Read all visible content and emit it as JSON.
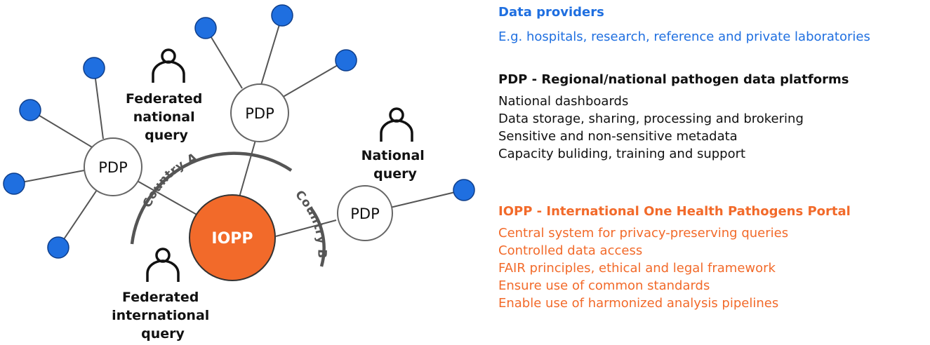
{
  "colors": {
    "provider_blue": "#1f6fe0",
    "iopp_orange": "#f26a2a",
    "arc_gray": "#555555",
    "node_stroke": "#666666",
    "edge": "#555555"
  },
  "diagram": {
    "pdp_label": "PDP",
    "iopp_label": "IOPP",
    "country_a": "Country A",
    "country_b": "Country B",
    "queries": {
      "federated_national": [
        "Federated",
        "national",
        "query"
      ],
      "national": [
        "National",
        "query"
      ],
      "federated_international": [
        "Federated",
        "international",
        "query"
      ]
    },
    "icons": [
      "user-icon",
      "user-icon",
      "user-icon"
    ]
  },
  "legend": {
    "providers": {
      "title": "Data providers",
      "lines": [
        "E.g. hospitals, research, reference and private laboratories"
      ]
    },
    "pdp": {
      "title": "PDP - Regional/national pathogen data platforms",
      "lines": [
        "National dashboards",
        "Data storage, sharing, processing and brokering",
        "Sensitive and non-sensitive metadata",
        "Capacity buliding, training and support"
      ]
    },
    "iopp": {
      "title": "IOPP - International One Health Pathogens Portal",
      "lines": [
        "Central system for privacy-preserving queries",
        "Controlled data access",
        "FAIR principles, ethical and legal framework",
        "Ensure use of common standards",
        "Enable use of harmonized analysis pipelines"
      ]
    }
  }
}
